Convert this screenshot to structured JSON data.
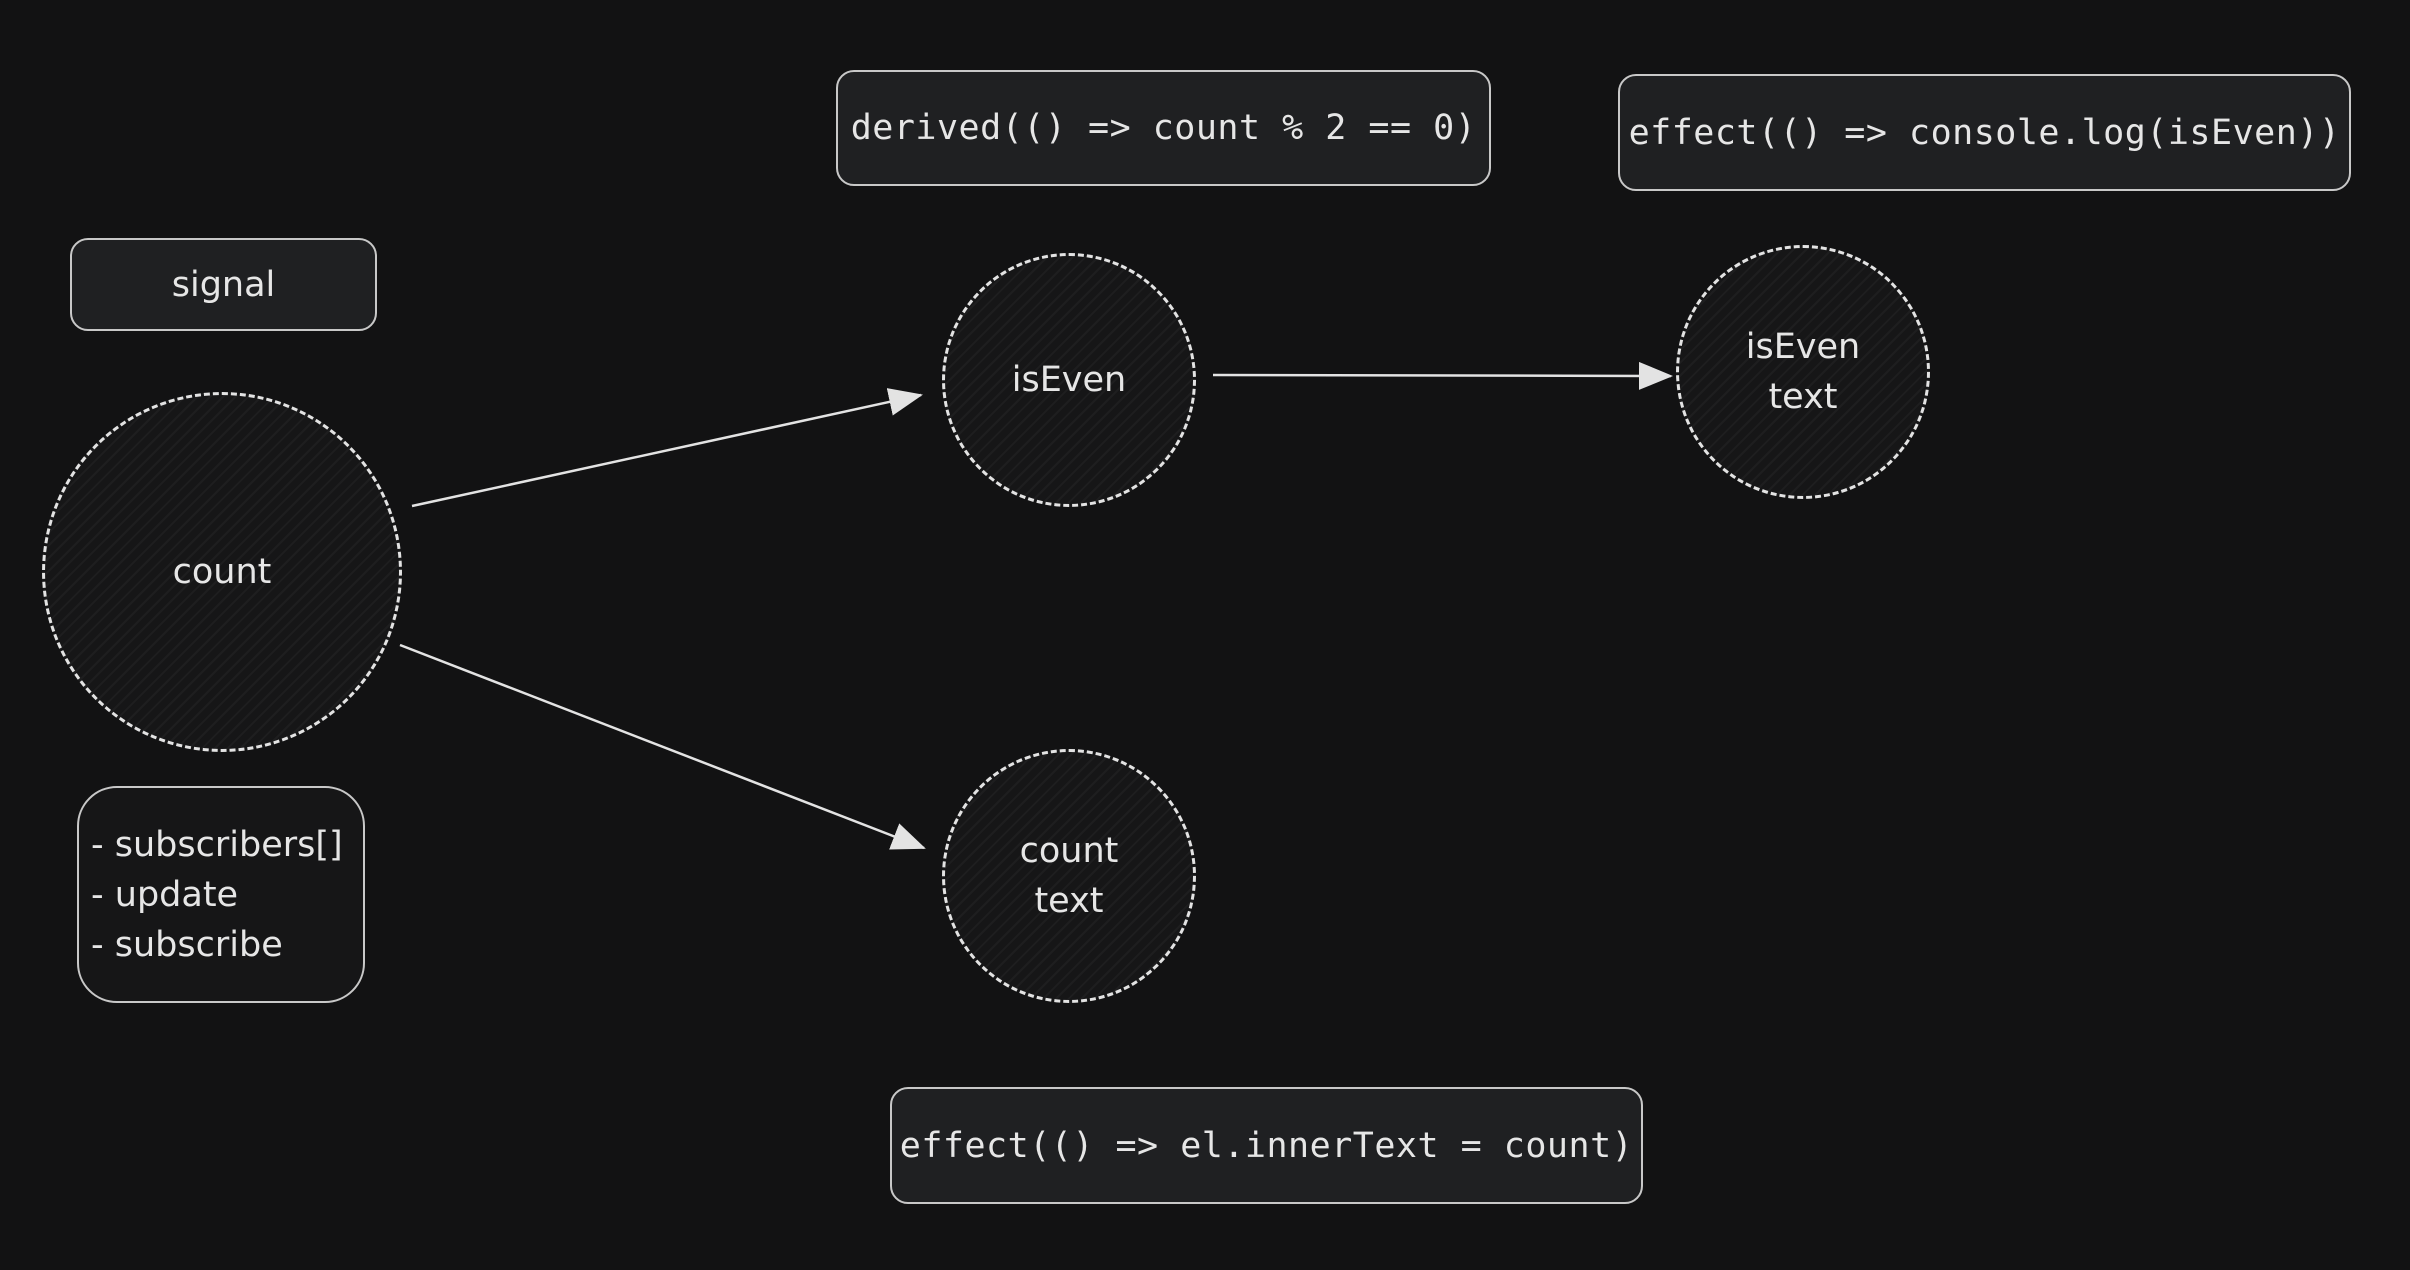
{
  "labels": {
    "signal": "signal",
    "derived_code": "derived(() => count % 2 == 0)",
    "effect_iseven_code": "effect(() => console.log(isEven))",
    "effect_count_code": "effect(() => el.innerText = count)"
  },
  "notes": [
    "- subscribers[]",
    "- update",
    "- subscribe"
  ],
  "nodes": {
    "count": [
      "count"
    ],
    "is_even": [
      "isEven"
    ],
    "is_even_text": [
      "isEven",
      "text"
    ],
    "count_text": [
      "count",
      "text"
    ]
  },
  "edges": [
    {
      "from": "count",
      "to": "isEven"
    },
    {
      "from": "count",
      "to": "count text"
    },
    {
      "from": "isEven",
      "to": "isEven text"
    }
  ],
  "colors": {
    "background": "#121213",
    "stroke": "#e3e3e3",
    "box_fill": "#1f2022"
  }
}
